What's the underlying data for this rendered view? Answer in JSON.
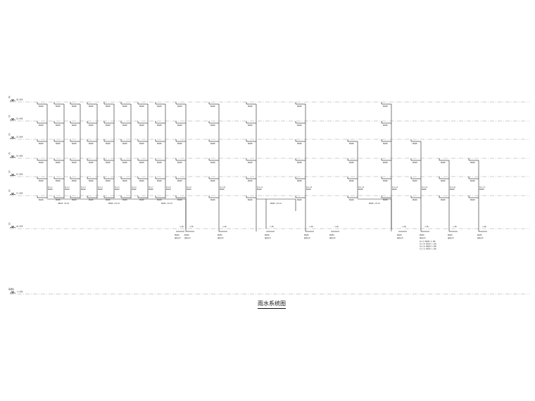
{
  "drawing": {
    "title": "雨水系统图",
    "floor_labels": [
      {
        "name": "屋",
        "elevation": "28.800"
      },
      {
        "name": "层",
        "elevation": "25.800"
      },
      {
        "name": "层",
        "elevation": "22.800"
      },
      {
        "name": "层",
        "elevation": "19.800"
      },
      {
        "name": "层",
        "elevation": "16.800"
      },
      {
        "name": "层",
        "elevation": "13.800"
      },
      {
        "name": "层",
        "elevation": "±0.000"
      },
      {
        "name": "基础底",
        "elevation": "-3.000"
      }
    ],
    "riser_label": "YL1-n",
    "pipe_size": "DN100",
    "horizontal_label": "DN150 i=0.01",
    "outlet_elevation": "-1.00",
    "outlet_label": "接雨水井",
    "notes": [
      "YL1-9 DN150 1:100",
      "YL1-10 DN150 1:100",
      "YL1-11 DN150 1:100",
      "YL1-12 DN150 1:100"
    ]
  },
  "colors": {
    "line": "#222222",
    "grid": "#9a9a9a",
    "background": "#ffffff"
  }
}
